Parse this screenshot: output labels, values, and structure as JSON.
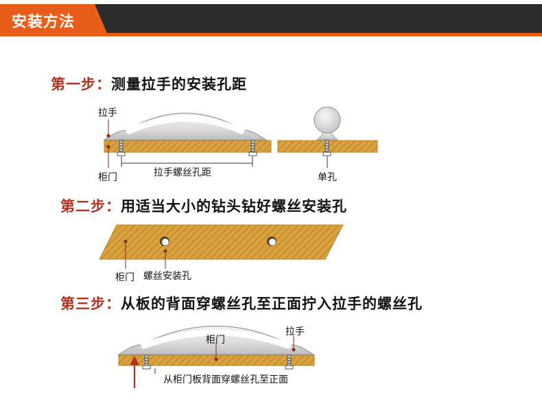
{
  "header": {
    "title": "安装方法"
  },
  "steps": [
    {
      "prefix": "第一步：",
      "text": "测量拉手的安装孔距",
      "labels": {
        "handle": "拉手",
        "door": "柜门",
        "spacing": "拉手螺丝孔距",
        "single": "单孔"
      }
    },
    {
      "prefix": "第二步：",
      "text": "用适当大小的钻头钻好螺丝安装孔",
      "labels": {
        "door": "柜门",
        "hole": "螺丝安装孔"
      }
    },
    {
      "prefix": "第三步：",
      "text": "从板的背面穿螺丝孔至正面拧入拉手的螺丝孔",
      "labels": {
        "door": "柜门",
        "handle": "拉手",
        "through": "从柜门板背面穿螺丝孔至正面"
      }
    }
  ],
  "colors": {
    "accent": "#e85d1a",
    "header_dark": "#2b2b2b",
    "step_red": "#b2321f",
    "wood": "#d9a23f",
    "wood_hatch": "#a87420",
    "handle": "#e6e6e6",
    "handle_edge": "#9a9a9a"
  }
}
